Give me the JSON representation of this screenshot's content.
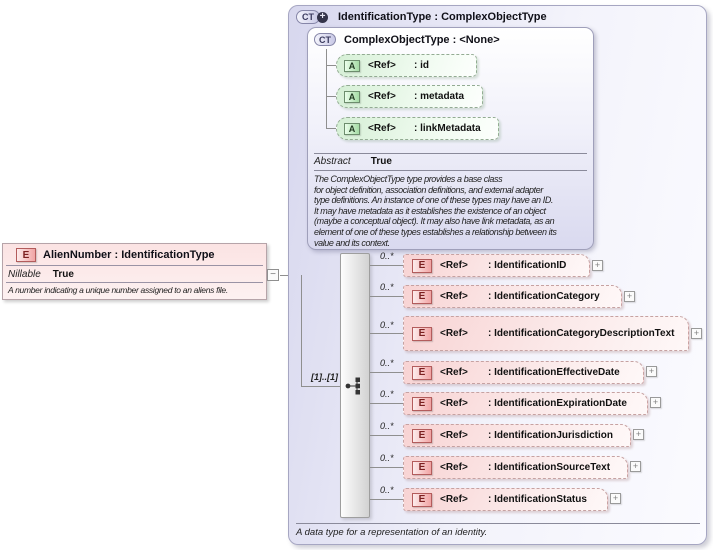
{
  "colors": {
    "type_accent": "#d7d7ee",
    "element_accent": "#f8d3d3",
    "attribute_accent": "#d5efd5",
    "connector": "#8f8f8f",
    "element_badge_border": "#b35c5c",
    "attribute_badge_border": "#6d8d6d"
  },
  "icons": {
    "plus": "+",
    "minus": "−"
  },
  "alien_box": {
    "badge": "E",
    "title": "AlienNumber : IdentificationType",
    "nillable_label": "Nillable",
    "nillable_value": "True",
    "description": "A number indicating a unique number assigned to an aliens file."
  },
  "type_box": {
    "badge": "CT",
    "title": "IdentificationType : ComplexObjectType",
    "footer": "A data type for a representation of an identity."
  },
  "base_box": {
    "badge": "CT",
    "title": "ComplexObjectType : <None>",
    "abstract_label": "Abstract",
    "abstract_value": "True",
    "attributes": [
      {
        "badge": "A",
        "ref": "<Ref>",
        "name": ": id"
      },
      {
        "badge": "A",
        "ref": "<Ref>",
        "name": ": metadata"
      },
      {
        "badge": "A",
        "ref": "<Ref>",
        "name": ": linkMetadata"
      }
    ],
    "documentation": "The ComplexObjectType type provides a base class\nfor object definition, association definitions, and external adapter\ntype definitions. An instance of one of these types may have an ID.\nIt may have metadata as it establishes the existence of an object\n(maybe a conceptual object). It may also have link metadata, as an\nelement of one of these types establishes a relationship between its\nvalue and its context."
  },
  "sequence": {
    "cardinality": "[1]..[1]",
    "elements": [
      {
        "badge": "E",
        "occurs": "0..*",
        "ref": "<Ref>",
        "name": ": IdentificationID"
      },
      {
        "badge": "E",
        "occurs": "0..*",
        "ref": "<Ref>",
        "name": ": IdentificationCategory"
      },
      {
        "badge": "E",
        "occurs": "0..*",
        "ref": "<Ref>",
        "name": ": IdentificationCategoryDescriptionText"
      },
      {
        "badge": "E",
        "occurs": "0..*",
        "ref": "<Ref>",
        "name": ": IdentificationEffectiveDate"
      },
      {
        "badge": "E",
        "occurs": "0..*",
        "ref": "<Ref>",
        "name": ": IdentificationExpirationDate"
      },
      {
        "badge": "E",
        "occurs": "0..*",
        "ref": "<Ref>",
        "name": ": IdentificationJurisdiction"
      },
      {
        "badge": "E",
        "occurs": "0..*",
        "ref": "<Ref>",
        "name": ": IdentificationSourceText"
      },
      {
        "badge": "E",
        "occurs": "0..*",
        "ref": "<Ref>",
        "name": ": IdentificationStatus"
      }
    ]
  }
}
